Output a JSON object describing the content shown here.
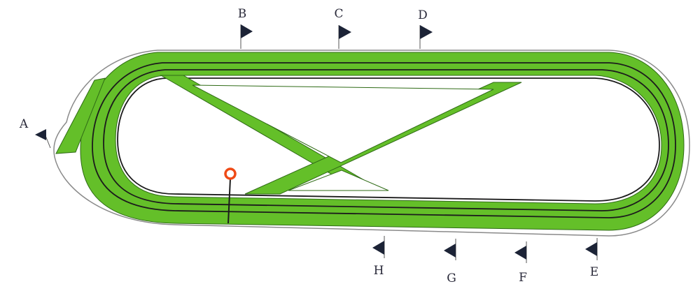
{
  "colors": {
    "turf": "#64bf29",
    "turf_edge": "#2f6b16",
    "rail": "#1c1c1c",
    "outer_rail": "#8a8a8a",
    "flag": "#1c2336",
    "finish_post": "#ef4a16"
  },
  "flags": [
    {
      "id": "a",
      "label": "A"
    },
    {
      "id": "b",
      "label": "B"
    },
    {
      "id": "c",
      "label": "C"
    },
    {
      "id": "d",
      "label": "D"
    },
    {
      "id": "e",
      "label": "E"
    },
    {
      "id": "f",
      "label": "F"
    },
    {
      "id": "g",
      "label": "G"
    },
    {
      "id": "h",
      "label": "H"
    }
  ],
  "icons": {
    "flag": "pennant-flag-icon",
    "finish": "winning-post-icon"
  }
}
